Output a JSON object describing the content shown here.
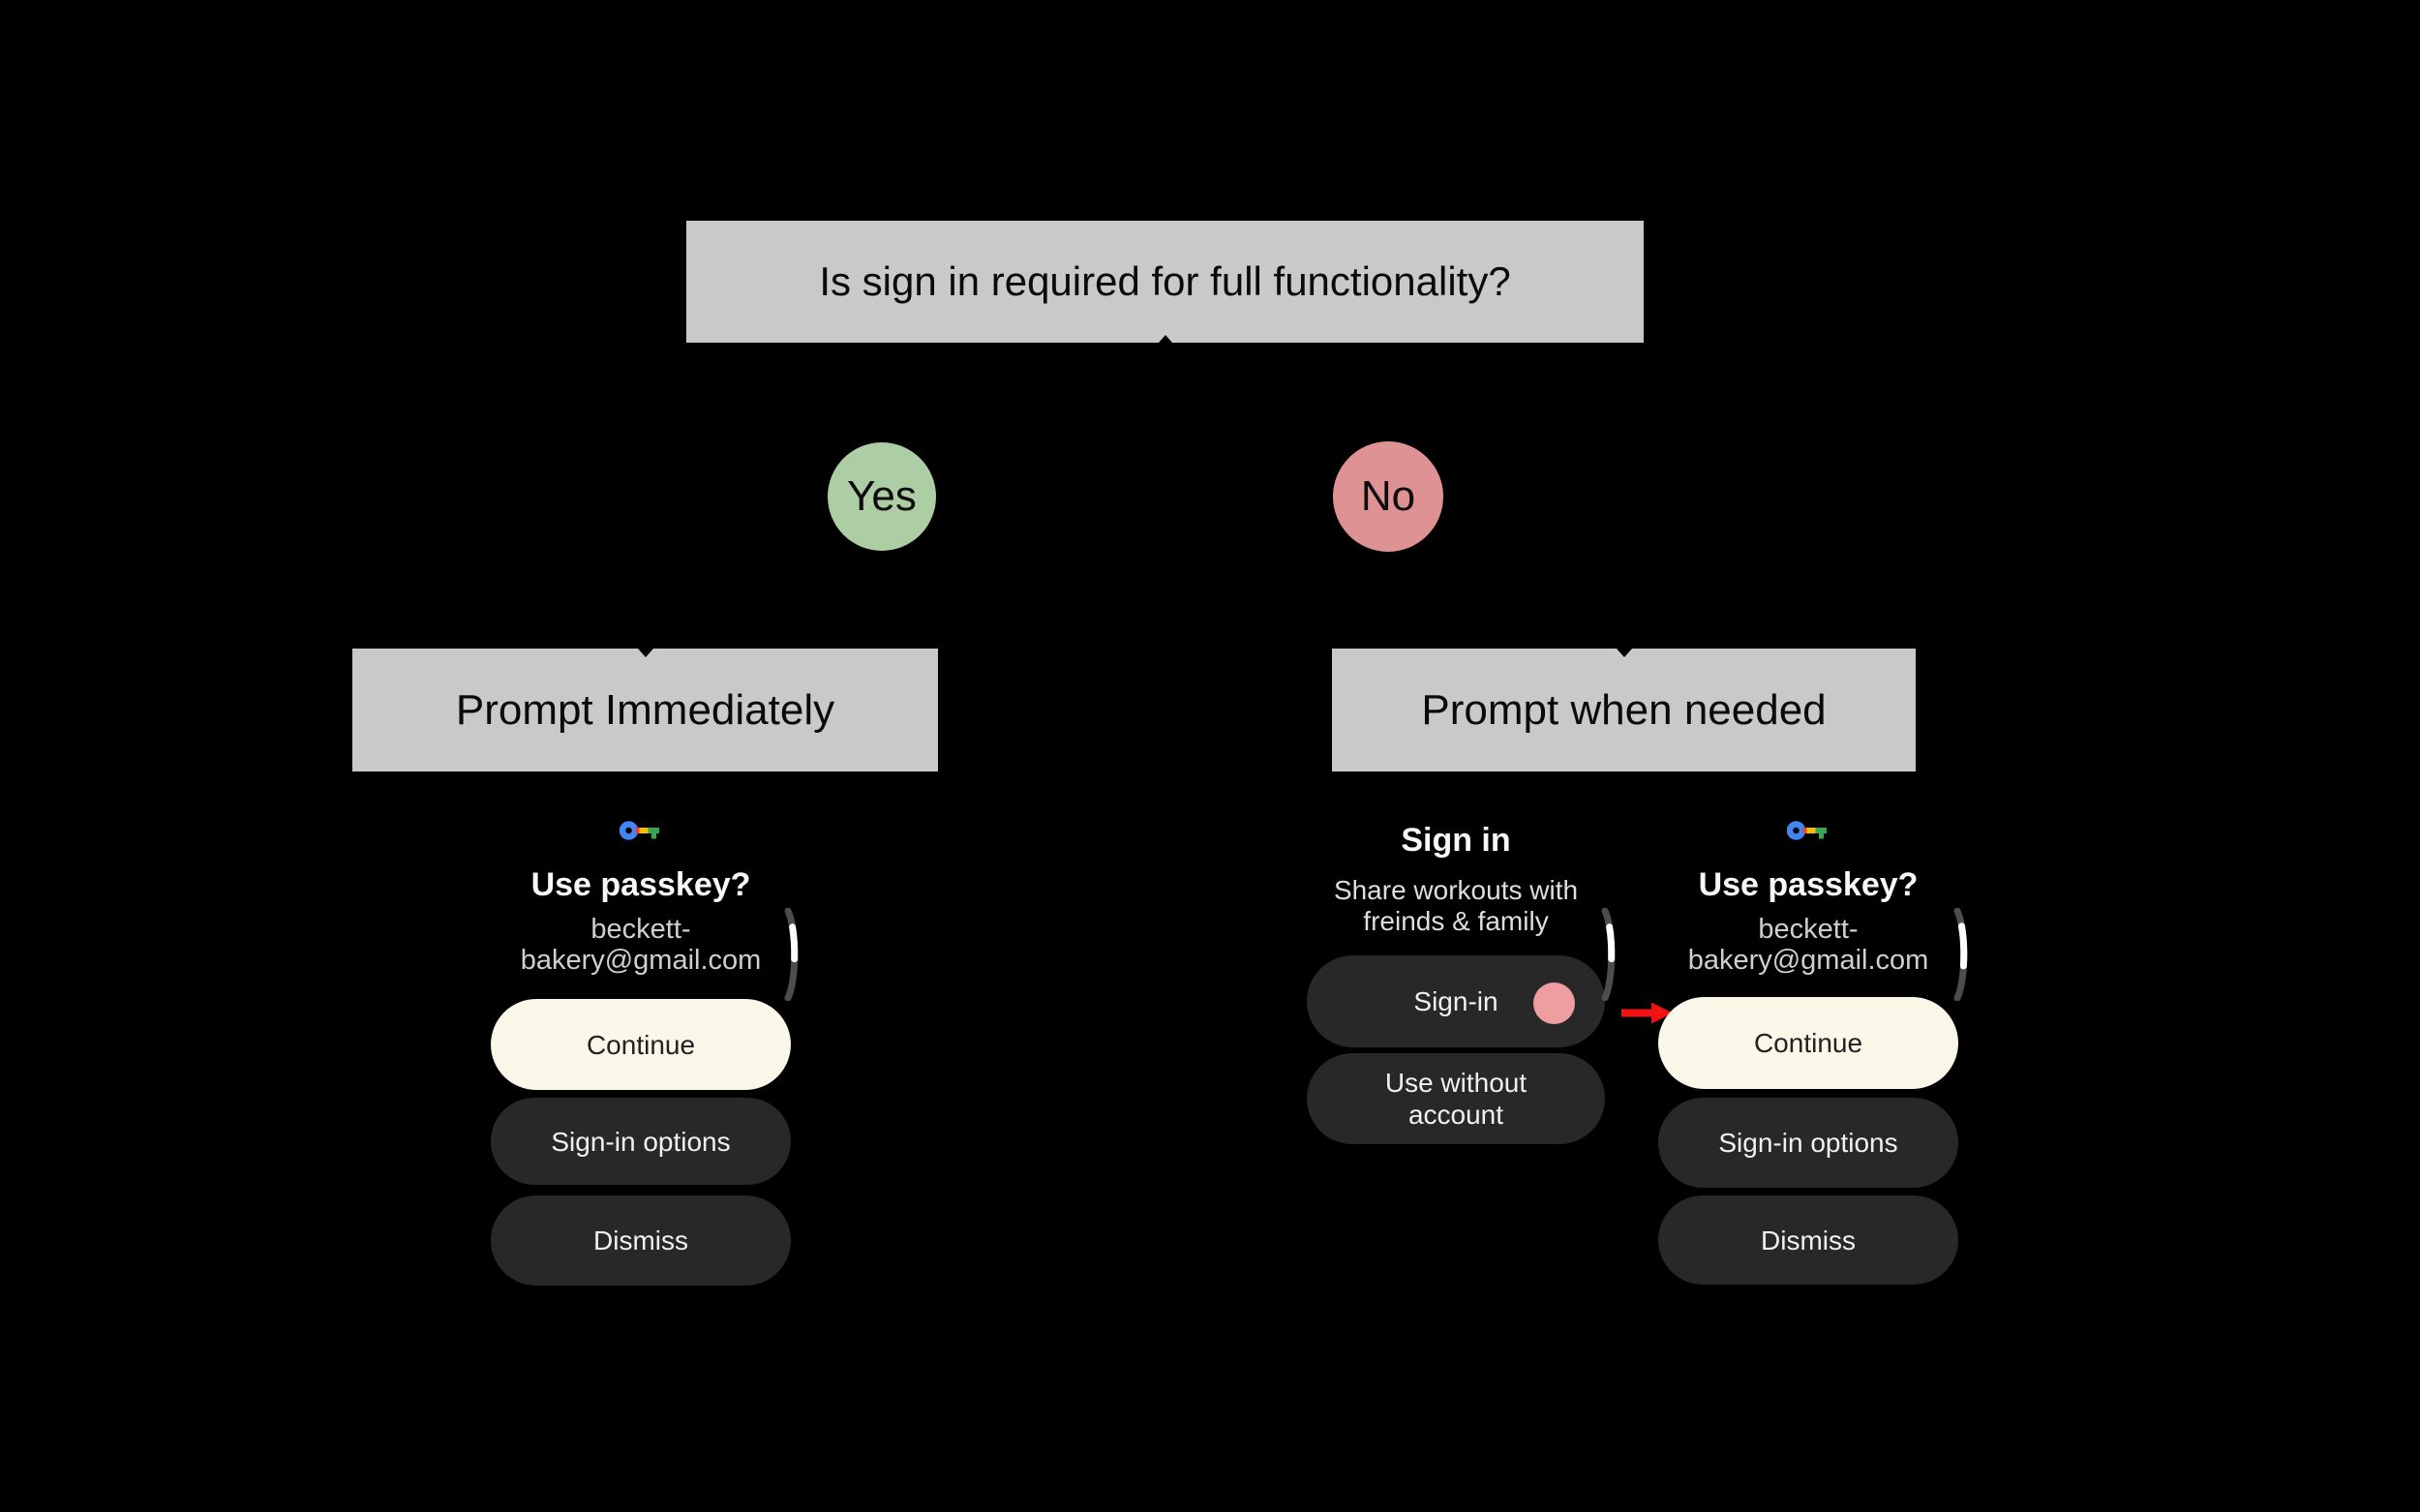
{
  "colors": {
    "background": "#000000",
    "panel_grey": "#c9c9c9",
    "yes_green": "#adcda4",
    "no_red": "#df9294",
    "cream": "#faf6e8",
    "dark_pill": "#282828",
    "pink_tap": "#ee9da0",
    "arrow_red": "#f21212",
    "scroll_track": "#4d4d4d",
    "scroll_thumb": "#ffffff",
    "key_blue": "#4285f4",
    "key_red": "#ea4335",
    "key_yellow": "#fbbc04",
    "key_green": "#34a853"
  },
  "flowchart": {
    "question": "Is sign in required for full functionality?",
    "yes_label": "Yes",
    "no_label": "No",
    "branch_left": "Prompt Immediately",
    "branch_right": "Prompt when needed"
  },
  "passkey_screen_left": {
    "icon": "passkey-key-icon",
    "title": "Use passkey?",
    "email_line1": "beckett-",
    "email_line2": "bakery@gmail.com",
    "continue_label": "Continue",
    "signin_options_label": "Sign-in options",
    "dismiss_label": "Dismiss"
  },
  "signin_screen": {
    "title": "Sign in",
    "subtitle_line1": "Share workouts with",
    "subtitle_line2": "freinds & family",
    "signin_label": "Sign-in",
    "use_without_account_line1": "Use without",
    "use_without_account_line2": "account"
  },
  "passkey_screen_right": {
    "icon": "passkey-key-icon",
    "title": "Use passkey?",
    "email_line1": "beckett-",
    "email_line2": "bakery@gmail.com",
    "continue_label": "Continue",
    "signin_options_label": "Sign-in options",
    "dismiss_label": "Dismiss"
  }
}
